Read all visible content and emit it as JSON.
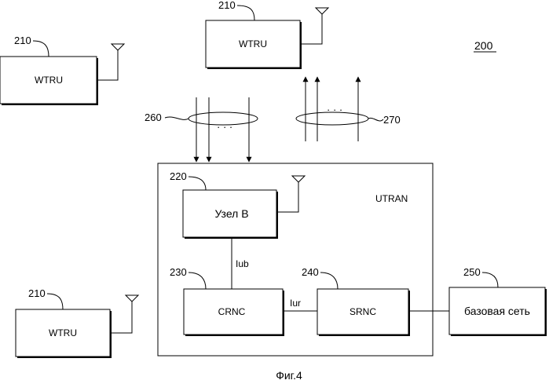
{
  "figure": {
    "system_ref": "200",
    "caption": "Фиг.4"
  },
  "wtru_top": {
    "ref": "210",
    "label": "WTRU"
  },
  "wtru_left": {
    "ref": "210",
    "label": "WTRU"
  },
  "wtru_bottom": {
    "ref": "210",
    "label": "WTRU"
  },
  "downlink": {
    "ref": "260",
    "dots": "· · ·"
  },
  "uplink": {
    "ref": "270",
    "dots": "· · ·"
  },
  "utran": {
    "label": "UTRAN",
    "node_b": {
      "ref": "220",
      "label": "Узел B"
    },
    "iub_label": "Iub",
    "crnc": {
      "ref": "230",
      "label": "CRNC"
    },
    "iur_label": "Iur",
    "srnc": {
      "ref": "240",
      "label": "SRNC"
    }
  },
  "core_network": {
    "ref": "250",
    "label": "базовая сеть"
  },
  "colors": {
    "line": "#000000",
    "background": "#ffffff",
    "shadow": "#000000"
  }
}
